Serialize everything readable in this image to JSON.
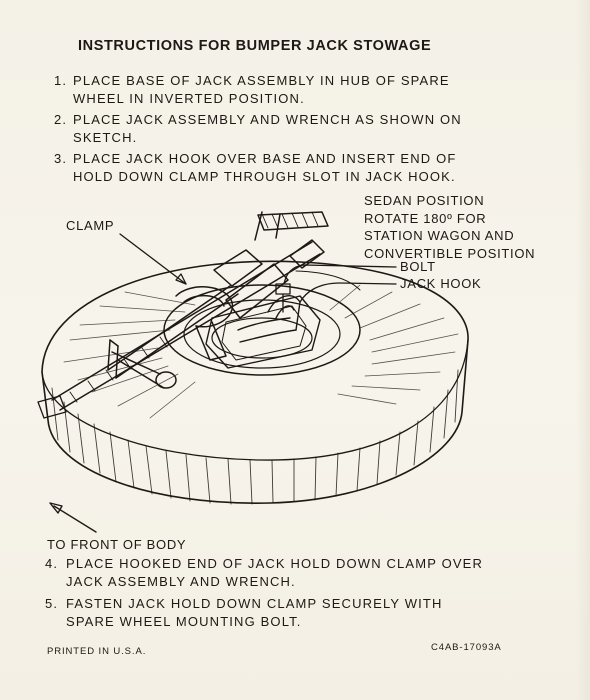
{
  "title": "INSTRUCTIONS FOR BUMPER JACK STOWAGE",
  "steps_top": [
    {
      "number": "1.",
      "lines": [
        "PLACE BASE OF JACK ASSEMBLY IN HUB OF SPARE",
        "WHEEL IN INVERTED POSITION."
      ]
    },
    {
      "number": "2.",
      "lines": [
        "PLACE JACK ASSEMBLY AND WRENCH AS SHOWN ON",
        "SKETCH."
      ]
    },
    {
      "number": "3.",
      "lines": [
        "PLACE JACK HOOK OVER BASE AND INSERT END OF",
        "HOLD DOWN CLAMP THROUGH SLOT IN JACK HOOK."
      ]
    }
  ],
  "diagram": {
    "clamp_label": "CLAMP",
    "sedan_note": [
      "SEDAN POSITION",
      "ROTATE 180º FOR",
      "STATION WAGON AND",
      "CONVERTIBLE POSITION"
    ],
    "bolt_label": "BOLT",
    "jack_hook_label": "JACK HOOK",
    "front_label": "TO FRONT OF BODY"
  },
  "steps_bottom": [
    {
      "number": "4.",
      "lines": [
        "PLACE HOOKED END OF JACK HOLD DOWN CLAMP OVER",
        "JACK ASSEMBLY AND WRENCH."
      ]
    },
    {
      "number": "5.",
      "lines": [
        "FASTEN JACK HOLD DOWN CLAMP SECURELY WITH",
        "SPARE WHEEL MOUNTING BOLT."
      ]
    }
  ],
  "footer": {
    "printed": "PRINTED IN U.S.A.",
    "part_number": "C4AB-17093A"
  },
  "colors": {
    "paper": "#f6f3ea",
    "ink": "#1e1915"
  }
}
